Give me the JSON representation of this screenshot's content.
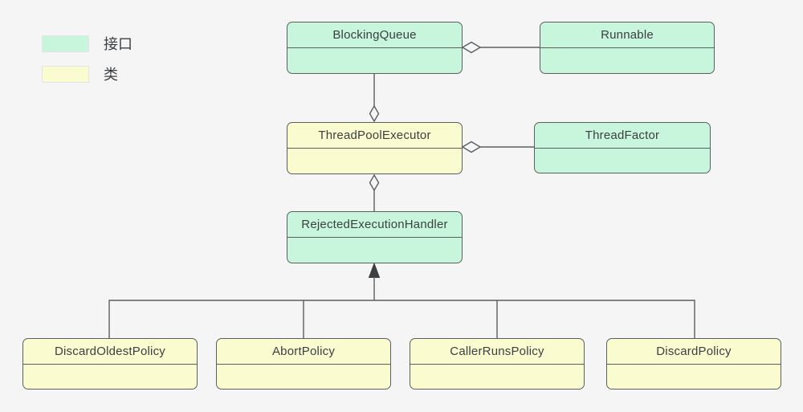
{
  "legend": {
    "items": [
      {
        "label": "接口",
        "meaning": "interface",
        "swatch_color": "#c8f6dc"
      },
      {
        "label": "类",
        "meaning": "class",
        "swatch_color": "#fbfbd0"
      }
    ]
  },
  "nodes": {
    "blocking_queue": {
      "label": "BlockingQueue",
      "stereotype": "interface"
    },
    "runnable": {
      "label": "Runnable",
      "stereotype": "interface"
    },
    "thread_pool_executor": {
      "label": "ThreadPoolExecutor",
      "stereotype": "class"
    },
    "thread_factor": {
      "label": "ThreadFactor",
      "stereotype": "interface"
    },
    "rejected_execution_handler": {
      "label": "RejectedExecutionHandler",
      "stereotype": "interface"
    },
    "discard_oldest_policy": {
      "label": "DiscardOldestPolicy",
      "stereotype": "class"
    },
    "abort_policy": {
      "label": "AbortPolicy",
      "stereotype": "class"
    },
    "caller_runs_policy": {
      "label": "CallerRunsPolicy",
      "stereotype": "class"
    },
    "discard_policy": {
      "label": "DiscardPolicy",
      "stereotype": "class"
    }
  },
  "relations": [
    {
      "type": "aggregation",
      "whole": "BlockingQueue",
      "part": "Runnable"
    },
    {
      "type": "aggregation",
      "whole": "ThreadPoolExecutor",
      "part": "BlockingQueue"
    },
    {
      "type": "aggregation",
      "whole": "ThreadPoolExecutor",
      "part": "ThreadFactor"
    },
    {
      "type": "aggregation",
      "whole": "ThreadPoolExecutor",
      "part": "RejectedExecutionHandler"
    },
    {
      "type": "inheritance",
      "parent": "RejectedExecutionHandler",
      "children": [
        "DiscardOldestPolicy",
        "AbortPolicy",
        "CallerRunsPolicy",
        "DiscardPolicy"
      ]
    }
  ],
  "colors": {
    "interface_fill": "#c8f6dc",
    "class_fill": "#fbfbd0",
    "border": "#5a5f62",
    "line": "#5a5f62",
    "text": "#3c4043",
    "background": "#f5f5f6"
  }
}
